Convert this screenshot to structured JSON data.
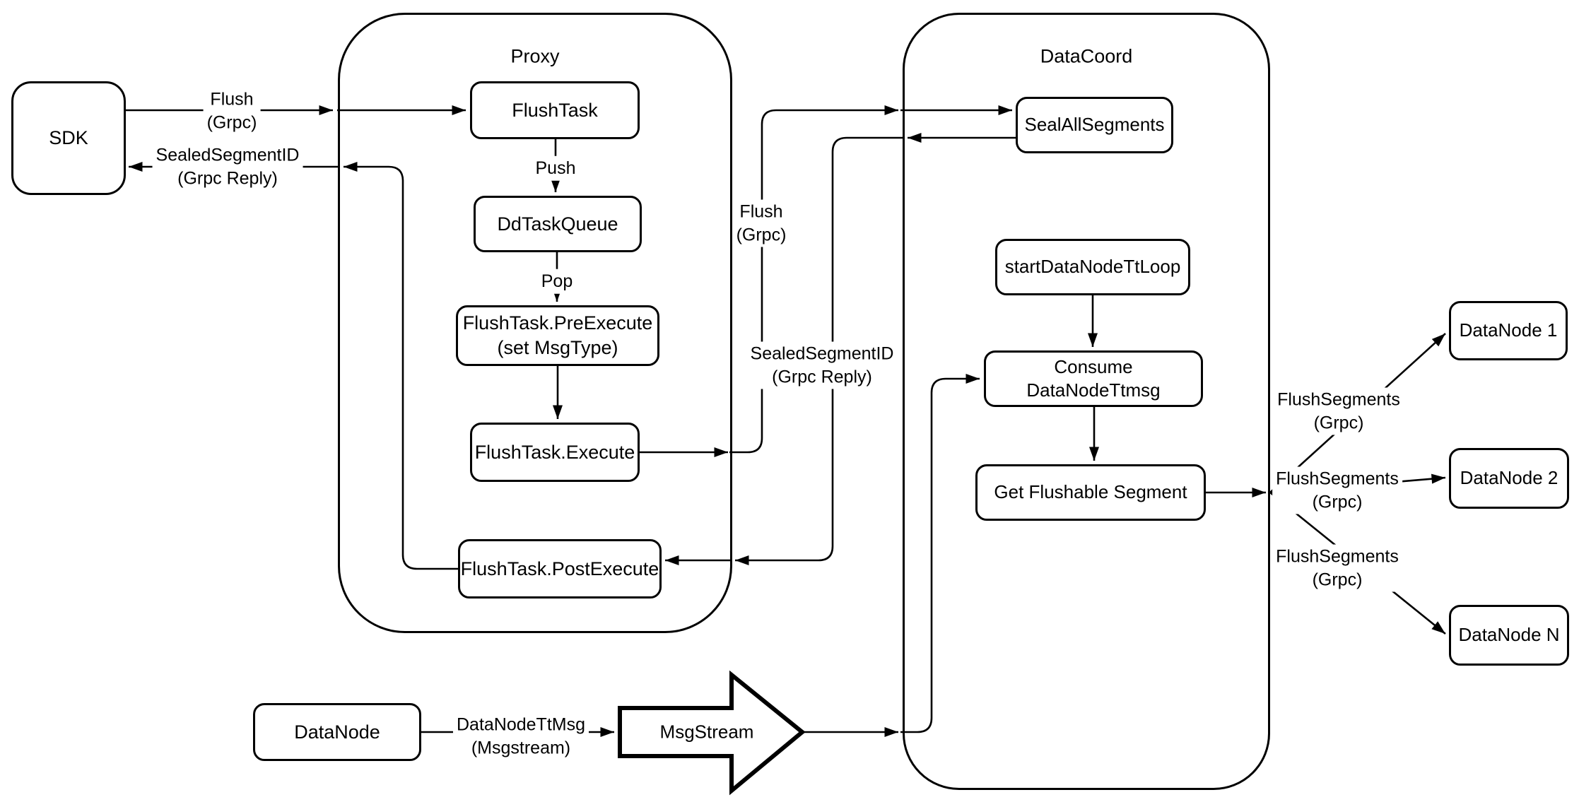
{
  "diagram": {
    "colors": {
      "stroke": "#000000",
      "background": "#ffffff"
    },
    "sdk": {
      "label": "SDK"
    },
    "proxy": {
      "title": "Proxy",
      "flush_task": "FlushTask",
      "dd_task_queue": "DdTaskQueue",
      "pre_execute": [
        "FlushTask.PreExecute",
        "(set MsgType)"
      ],
      "execute": "FlushTask.Execute",
      "post_execute": "FlushTask.PostExecute"
    },
    "datacoord": {
      "title": "DataCoord",
      "seal_all_segments": "SealAllSegments",
      "start_datanode_tt_loop": "startDataNodeTtLoop",
      "consume_datanode_ttmsg": "Consume DataNodeTtmsg",
      "get_flushable_segment": "Get Flushable Segment"
    },
    "datanodes": {
      "node1": "DataNode 1",
      "node2": "DataNode 2",
      "nodeN": "DataNode N"
    },
    "stream": {
      "datanode": "DataNode",
      "msgstream": "MsgStream"
    },
    "edge_labels": {
      "sdk_flush": [
        "Flush",
        "(Grpc)"
      ],
      "sdk_reply": [
        "SealedSegmentID",
        "(Grpc Reply)"
      ],
      "push": "Push",
      "pop": "Pop",
      "proxy_flush": [
        "Flush",
        "(Grpc)"
      ],
      "proxy_reply": [
        "SealedSegmentID",
        "(Grpc Reply)"
      ],
      "flush_segments_1": [
        "FlushSegments",
        "(Grpc)"
      ],
      "flush_segments_2": [
        "FlushSegments",
        "(Grpc)"
      ],
      "flush_segments_3": [
        "FlushSegments",
        "(Grpc)"
      ],
      "datanode_ttmsg": [
        "DataNodeTtMsg",
        "(Msgstream)"
      ]
    }
  }
}
